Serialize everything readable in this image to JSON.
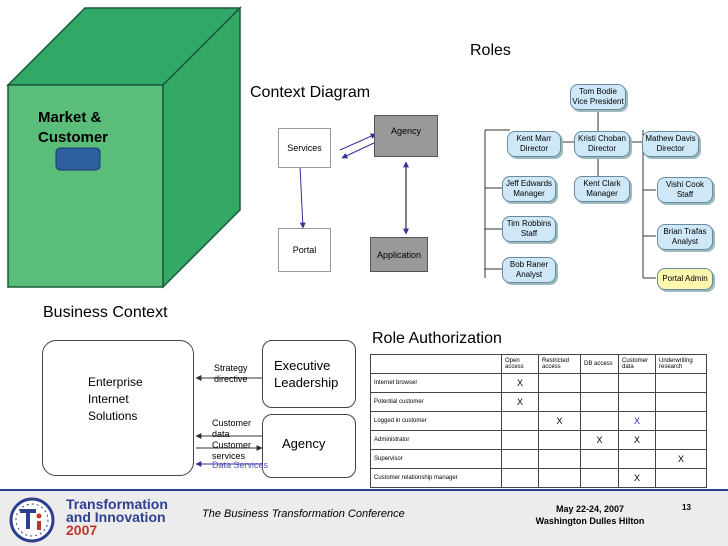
{
  "market": {
    "label_line1": "Market &",
    "label_line2": "Customer"
  },
  "context": {
    "title": "Context Diagram",
    "services": "Services",
    "portal": "Portal",
    "agency": "Agency",
    "application": "Application"
  },
  "roles": {
    "title": "Roles",
    "top": {
      "name": "Tom Bodie",
      "role": "Vice President"
    },
    "directors": [
      {
        "name": "Kent Marr",
        "role": "Director"
      },
      {
        "name": "Kristi Choban",
        "role": "Director"
      },
      {
        "name": "Mathew Davis",
        "role": "Director"
      }
    ],
    "col1": [
      {
        "name": "Jeff Edwards",
        "role": "Manager"
      },
      {
        "name": "Tim Robbins",
        "role": "Staff"
      },
      {
        "name": "Bob Raner",
        "role": "Analyst"
      }
    ],
    "col2": [
      {
        "name": "Kent Clark",
        "role": "Manager"
      }
    ],
    "col3": [
      {
        "name": "Vishi Cook",
        "role": "Staff"
      },
      {
        "name": "Brian Trafas",
        "role": "Analyst"
      },
      {
        "name": "Portal Admin",
        "role": ""
      }
    ],
    "colors": {
      "node": "#cfe8f7",
      "highlight": "#fff6b0"
    }
  },
  "business": {
    "title": "Business Context",
    "enterprise_lines": [
      "Enterprise",
      "Internet",
      "Solutions"
    ],
    "strategy_lines": [
      "Strategy",
      "directive"
    ],
    "exec_lines": [
      "Executive",
      "Leadership"
    ],
    "customer_data_lines": [
      "Customer",
      "data"
    ],
    "customer_services_lines": [
      "Customer",
      "services"
    ],
    "agency": "Agency",
    "data_services": "Data Services"
  },
  "auth": {
    "title": "Role Authorization",
    "columns": [
      "Open access",
      "Restricted access",
      "DB access",
      "Customer data",
      "Underwriting research"
    ],
    "rows": [
      {
        "label": "Internet browser",
        "marks": [
          "X",
          "",
          "",
          "",
          ""
        ]
      },
      {
        "label": "Potential customer",
        "marks": [
          "X",
          "",
          "",
          "",
          ""
        ]
      },
      {
        "label": "Logged in customer",
        "marks": [
          "",
          "X",
          "",
          "X",
          ""
        ]
      },
      {
        "label": "Administrator",
        "marks": [
          "",
          "",
          "X",
          "X",
          ""
        ]
      },
      {
        "label": "Supervisor",
        "marks": [
          "",
          "",
          "",
          "",
          "X"
        ]
      },
      {
        "label": "Customer relationship manager",
        "marks": [
          "",
          "",
          "",
          "X",
          ""
        ]
      }
    ]
  },
  "footer": {
    "logo_line1": "Transformation",
    "logo_line2": "and Innovation",
    "logo_line3": "2007",
    "conference": "The Business Transformation Conference",
    "date": "May 22-24, 2007",
    "venue": "Washington Dulles Hilton",
    "page": "13"
  }
}
